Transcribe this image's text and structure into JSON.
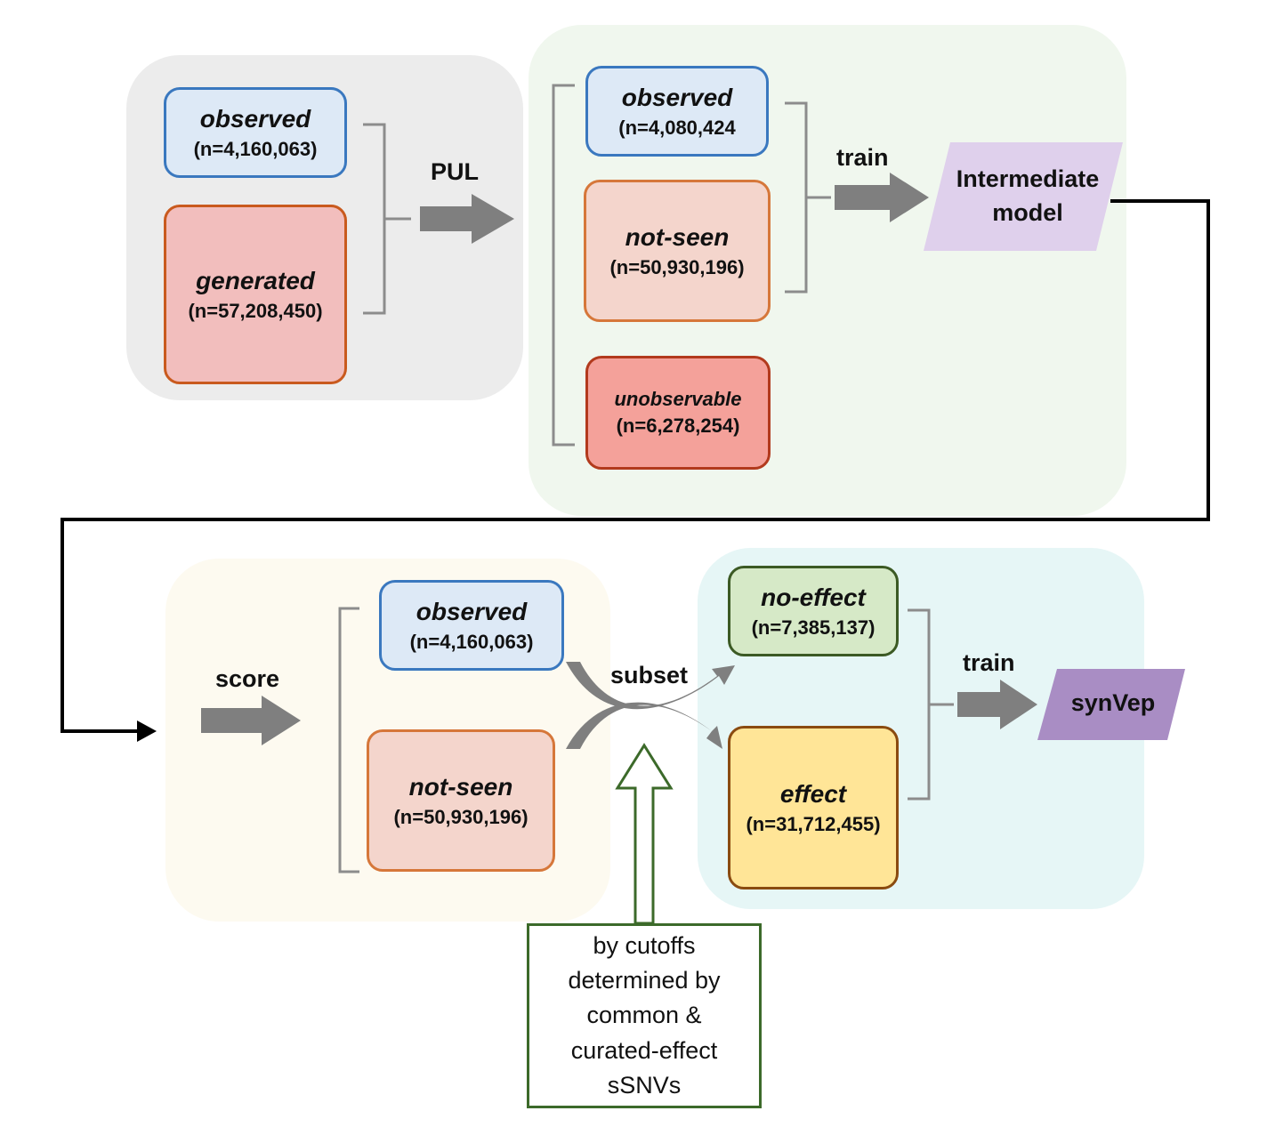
{
  "diagram": {
    "panel1": {
      "observed": {
        "name": "observed",
        "count": "(n=4,160,063)"
      },
      "generated": {
        "name": "generated",
        "count": "(n=57,208,450)"
      }
    },
    "pul_label": "PUL",
    "panel2": {
      "observed": {
        "name": "observed",
        "count": "(n=4,080,424"
      },
      "not_seen": {
        "name": "not-seen",
        "count": "(n=50,930,196)"
      },
      "unobservable": {
        "name": "unobservable",
        "count": "(n=6,278,254)"
      }
    },
    "train_label_1": "train",
    "intermediate_model": "Intermediate model",
    "score_label": "score",
    "panel3": {
      "observed": {
        "name": "observed",
        "count": "(n=4,160,063)"
      },
      "not_seen": {
        "name": "not-seen",
        "count": "(n=50,930,196)"
      }
    },
    "subset_label": "subset",
    "panel4": {
      "no_effect": {
        "name": "no-effect",
        "count": "(n=7,385,137)"
      },
      "effect": {
        "name": "effect",
        "count": "(n=31,712,455)"
      }
    },
    "train_label_2": "train",
    "synvep": "synVep",
    "cutoff_note": "by cutoffs determined by common & curated-effect sSNVs"
  },
  "colors": {
    "gray_arrow": "#7f7f7f",
    "panel_gray": "#ececec",
    "panel_green": "#f0f7ee",
    "panel_cream": "#fdfaf0",
    "panel_cyan": "#e6f6f6",
    "intermediate_fill": "#dfd0ec",
    "synvep_fill": "#a98dc4"
  }
}
